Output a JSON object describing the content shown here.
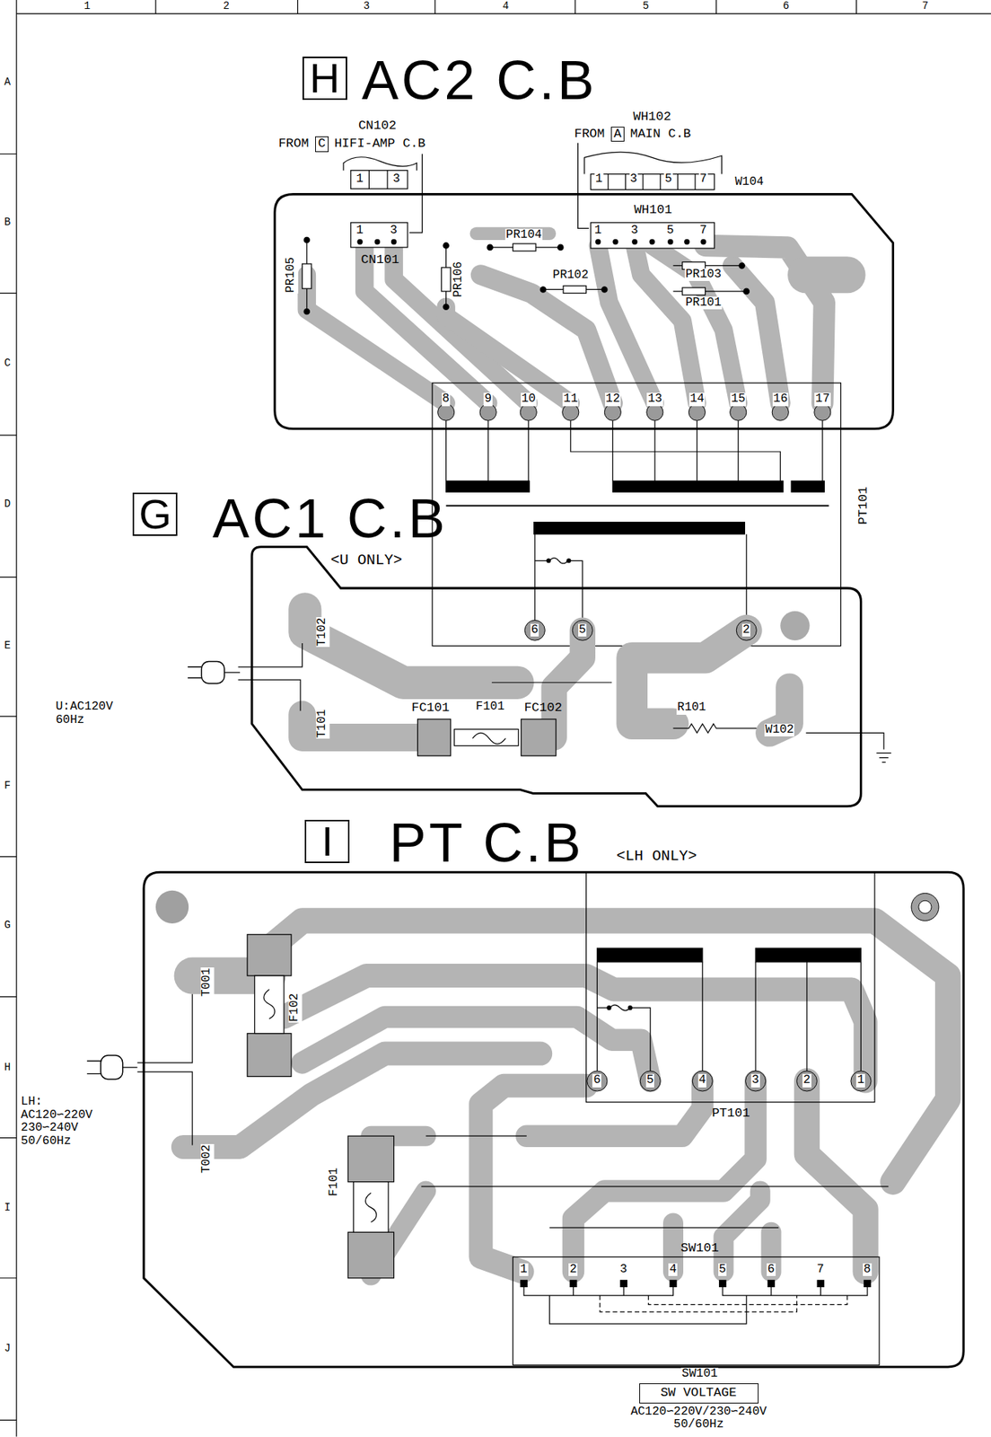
{
  "diagram": {
    "nodes": [
      {
        "text": [
          "H",
          "AC2 C.B"
        ]
      },
      {
        "text": [
          "CN101"
        ],
        "in": 0
      },
      {
        "text": [
          "WH101"
        ],
        "in": 0
      },
      {
        "text": [
          "CN102",
          "FROM",
          "C",
          "HIFI-AMP C.B"
        ]
      },
      {
        "text": [
          "WH102",
          "FROM",
          "A",
          "MAIN C.B"
        ]
      },
      {
        "text": [
          "PT101"
        ]
      },
      {
        "text": [
          "G",
          "AC1 C.B",
          "<U ONLY>"
        ]
      },
      {
        "text": [
          "FC101"
        ],
        "in": 6
      },
      {
        "text": [
          "FC102"
        ],
        "in": 6
      },
      {
        "text": [
          "I",
          "PT C.B",
          "<LH ONLY>"
        ]
      },
      {
        "text": [
          "PT101"
        ],
        "in": 9
      },
      {
        "text": [
          "SW101"
        ],
        "in": 9
      },
      {
        "text": [
          "SW VOLTAGE"
        ]
      }
    ],
    "edges": [
      {
        "from": 3,
        "to": 1,
        "arrow": "none"
      },
      {
        "from": 4,
        "to": 2,
        "arrow": "none"
      }
    ],
    "labels": [
      "1",
      "2",
      "3",
      "4",
      "5",
      "6",
      "7",
      "A",
      "B",
      "C",
      "D",
      "E",
      "F",
      "G",
      "H",
      "I",
      "J",
      "1",
      "3",
      "1",
      "3",
      "5",
      "7",
      "W104",
      "1",
      "3",
      "1",
      "3",
      "5",
      "7",
      "PR105",
      "PR106",
      "PR104",
      "PR102",
      "PR103",
      "PR101",
      "8",
      "9",
      "10",
      "11",
      "12",
      "13",
      "14",
      "15",
      "16",
      "17",
      "6",
      "5",
      "2",
      "T102",
      "U:AC120V 60Hz",
      "T101",
      "F101",
      "R101",
      "W102",
      "T001",
      "F102",
      "T002",
      "F101",
      "LH: AC120∽220V 230∽240V 50/60Hz",
      "6",
      "5",
      "4",
      "3",
      "2",
      "1",
      "1",
      "2",
      "3",
      "4",
      "5",
      "6",
      "7",
      "8",
      "SW101",
      "AC120∽220V/230∽240V 50/60Hz"
    ]
  }
}
